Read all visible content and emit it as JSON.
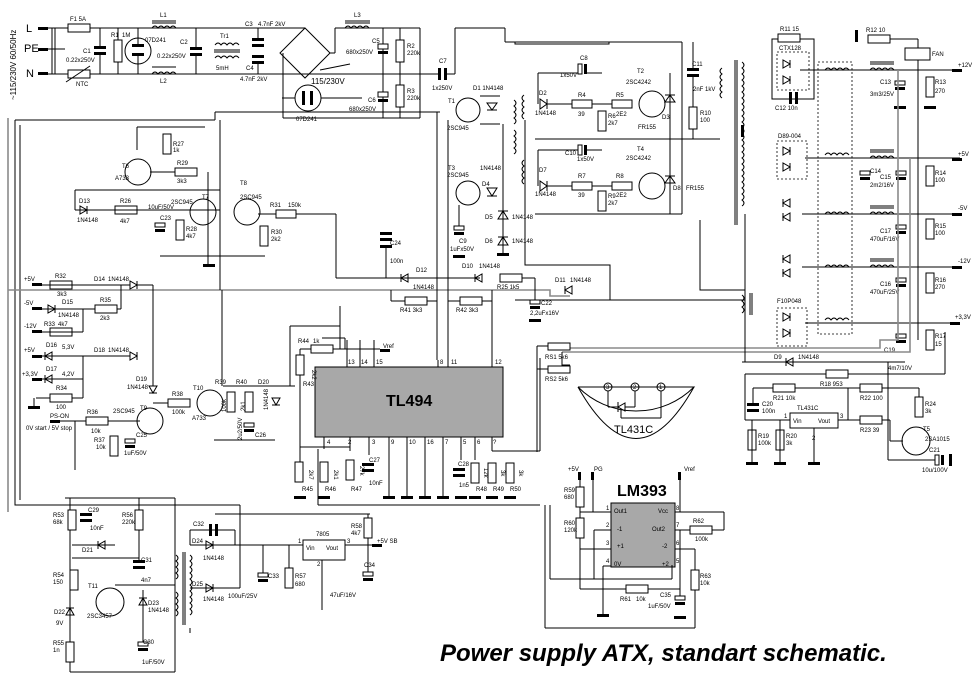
{
  "title": "Power supply ATX, standart schematic.",
  "mains": {
    "rating": "~115/230V 60/50Hz",
    "terminals": [
      "L",
      "PE",
      "N"
    ],
    "voltage_switch": "115/230V"
  },
  "components": {
    "F1": "F1  5A",
    "R1": "R1",
    "R1v": "1M",
    "C1": "C1",
    "C1v": "0.22x250V",
    "NTC": "NTC",
    "varistor1": "07D241",
    "L1": "L1",
    "L2": "L2",
    "C2": "C2",
    "C2v": "0.22x250V",
    "Tr1": "Tr1",
    "Tr1v": "5mH",
    "C3": "C3",
    "C3v": "4.7nF 2kV",
    "C4": "C4",
    "C4v": "4.7nF 2kV",
    "L3": "L3",
    "C5": "C5",
    "C5v": "680x250V",
    "C6": "C6",
    "C6v": "680x250V",
    "R2": "R2",
    "R2v": "220k",
    "R3": "R3",
    "R3v": "220k",
    "varistor2": "07D241",
    "C7": "C7",
    "C7v": "1x250V",
    "T1": "T1",
    "T1v": "2SC945",
    "D1": "D1  1N4148",
    "T3": "T3",
    "T3v": "2SC945",
    "D4": "D4",
    "D4v": "1N4148",
    "D5": "D5",
    "D5v": "1N4148",
    "D6": "D6",
    "D6v": "1N4148",
    "C9": "C9",
    "C9v": "1uFx50V",
    "C8": "C8",
    "C8v": "1x50V",
    "D2": "D2",
    "D2v": "1N4148",
    "R4": "R4",
    "R4v": "39",
    "R5": "R5",
    "R5v": "2E2",
    "R6": "R6",
    "R6v": "2k7",
    "T2": "T2",
    "T2v": "2SC4242",
    "D3": "D3",
    "D3v": "FR155",
    "C10": "C10",
    "C10v": "1x50V",
    "D7": "D7",
    "D7v": "1N4148",
    "R7": "R7",
    "R7v": "39",
    "R8": "R8",
    "R8v": "2E2",
    "R9": "R9",
    "R9v": "2k7",
    "T4": "T4",
    "T4v": "2SC4242",
    "D8": "D8",
    "D8v": "FR155",
    "C11": "C11",
    "C11v": "2nF 1kV",
    "R10": "R10",
    "R10v": "100",
    "R11": "R11    15",
    "CTX128": "CTX128",
    "C12": "C12   10n",
    "R12": "R12    10",
    "FAN": "FAN",
    "C13": "C13",
    "C13v": "3m3/25V",
    "R13": "R13",
    "R13v": "270",
    "D89004": "D89-004",
    "C14": "C14",
    "C15": "C15",
    "C15v": "2m2/16V",
    "R14": "R14",
    "R14v": "100",
    "C17": "C17",
    "C17v": "470uF/16V",
    "R15": "R15",
    "R15v": "100",
    "C16": "C16",
    "C16v": "470uF/25V",
    "R16": "R16",
    "R16v": "270",
    "F10P048": "F10P048",
    "C19": "C19",
    "C19v": "4m7/10V",
    "R17": "R17",
    "R17v": "15",
    "T6": "T6",
    "T6v": "A733",
    "R27": "R27",
    "R27v": "1k",
    "R29": "R29",
    "R29v": "3k3",
    "D13": "D13",
    "D13v": "1N4148",
    "R26": "R26",
    "R26v": "4k7",
    "C23": "C23",
    "C23v": "10uF/50V",
    "R28": "R28",
    "R28v": "4k7",
    "T7": "T7",
    "T7v": "2SC945",
    "T8": "T8",
    "T8v": "2SC945",
    "R31": "R31",
    "R31v": "150k",
    "R30": "R30",
    "R30v": "2k2",
    "C24": "C24",
    "C24v": "100n",
    "D12": "D12",
    "D12v": "1N4148",
    "D10": "D10",
    "D10v": "1N4148",
    "R25": "R25  1k5",
    "D11": "D11",
    "D11v": "1N4148",
    "C22": "C22",
    "C22v": "2,2uFx16V",
    "R41": "R41  3k3",
    "R42": "R42  3k3",
    "R32": "R32",
    "R32v": "3k3",
    "D14": "D14",
    "D14v": "1N4148",
    "D15": "D15",
    "D15v": "1N4148",
    "R35": "R35",
    "R35v": "2k3",
    "R33": "R33",
    "R33v": "4k7",
    "D16": "D16",
    "D16v": "5,3V",
    "D18": "D18",
    "D18v": "1N4148",
    "D17": "D17",
    "D17v": "4,2V",
    "R34": "R34",
    "R34v": "100",
    "D19": "D19",
    "D19v": "1N4148",
    "PSON": "PS-ON",
    "PSONdesc": "0V start / 5V stop",
    "R36": "R36",
    "R36v": "10k",
    "R37": "R37",
    "R37v": "10k",
    "T9": "T9",
    "T9v": "2SC945",
    "C25": "C25",
    "C25v": "1uF/50V",
    "R38": "R38",
    "R38v": "100k",
    "T10": "T10",
    "T10v": "A733",
    "R39": "R39",
    "R39v": "100k",
    "R40": "R40",
    "R40v": "2k1",
    "C26": "C26",
    "C26v": "2u2/50V",
    "D20": "D20",
    "D20v": "1N4148",
    "R44": "R44",
    "R44v": "1k",
    "R43": "R43",
    "R43v": "2k2",
    "Vref": "Vref",
    "TL494": "TL494",
    "R45": "R45",
    "R45v": "2k7",
    "R46": "R46",
    "R46v": "2k1",
    "R47": "R47",
    "R47v": "27k",
    "C27": "C27",
    "C27v": "10nF",
    "C28": "C28",
    "C28v": "1n5",
    "R48": "R48",
    "R48v": "12k",
    "R49": "R49",
    "R49v": "3k",
    "R50": "R50",
    "R50v": "3k",
    "RS1": "RS1  5k6",
    "RS2": "RS2  5k6",
    "TL431pin": "TL431C",
    "D9": "D9",
    "D9v": "1N4148",
    "R18": "R18   953",
    "R21": "R21   10k",
    "R22": "R22   100",
    "C20": "C20",
    "C20v": "100n",
    "TL431C": "TL431C",
    "Vin": "Vin",
    "Vout": "Vout",
    "R23": "R23   39",
    "R24": "R24",
    "R24v": "3k",
    "T5": "T5",
    "T5v": "2SA1015",
    "R19": "R19",
    "R19v": "100k",
    "R20": "R20",
    "R20v": "3k",
    "C21": "C21",
    "C21v": "10u/100V",
    "LM393": "LM393",
    "R59": "R59",
    "R59v": "680",
    "R60": "R60",
    "R60v": "120k",
    "R61": "R61",
    "R61v": "10k",
    "R62": "R62",
    "R62v": "100k",
    "R63": "R63",
    "R63v": "10k",
    "C35": "C35",
    "C35v": "1uF/50V",
    "PG": "PG",
    "plus5": "+5V",
    "R53": "R53",
    "R53v": "68k",
    "C29": "C29",
    "C29v": "10nF",
    "R56": "R56",
    "R56v": "220k",
    "D21": "D21",
    "C31": "C31",
    "C31v": "4n7",
    "R54": "R54",
    "R54v": "150",
    "T11": "T11",
    "T11v": "2SC3457",
    "D23": "D23",
    "D23v": "1N4148",
    "D22": "D22",
    "D22v": "9V",
    "R55": "R55",
    "R55v": "1n",
    "C30": "C30",
    "C30v": "1uF/50V",
    "C32": "C32",
    "D24": "D24",
    "D24v": "1N4148",
    "D25": "D25",
    "D25v": "1N4148",
    "C33": "C33",
    "C33v": "100uF/25V",
    "R57": "R57",
    "R57v": "680",
    "reg7805": "7805",
    "R58": "R58",
    "R58v": "4k7",
    "C34": "C34",
    "C34v": "47uF/16V",
    "plus5sb": "+5V SB"
  },
  "outputs": [
    "+12V",
    "+5V",
    "-5V",
    "-12V",
    "+3,3V"
  ],
  "feedback_inputs": [
    "+5V",
    "-5V",
    "-12V",
    "+5V",
    "+3,3V"
  ],
  "tl494_pins_top": [
    "13",
    "14",
    "15",
    "8",
    "11",
    "12"
  ],
  "tl494_pins_bottom": [
    "4",
    "2",
    "3",
    "9",
    "10",
    "16",
    "7",
    "5",
    "6",
    "?"
  ],
  "lm393_pins": {
    "left": [
      "1",
      "2",
      "3",
      "4"
    ],
    "right": [
      "8",
      "7",
      "6",
      "5"
    ],
    "labels_left": [
      "Out1",
      "-1",
      "+1",
      "0V"
    ],
    "labels_right": [
      "Vcc",
      "Out2",
      "-2",
      "+2"
    ]
  },
  "tl431_pins": [
    "3",
    "2",
    "1"
  ],
  "tl431c_pins": [
    "1",
    "3",
    "2"
  ],
  "reg_pins": [
    "1",
    "3",
    "2"
  ]
}
